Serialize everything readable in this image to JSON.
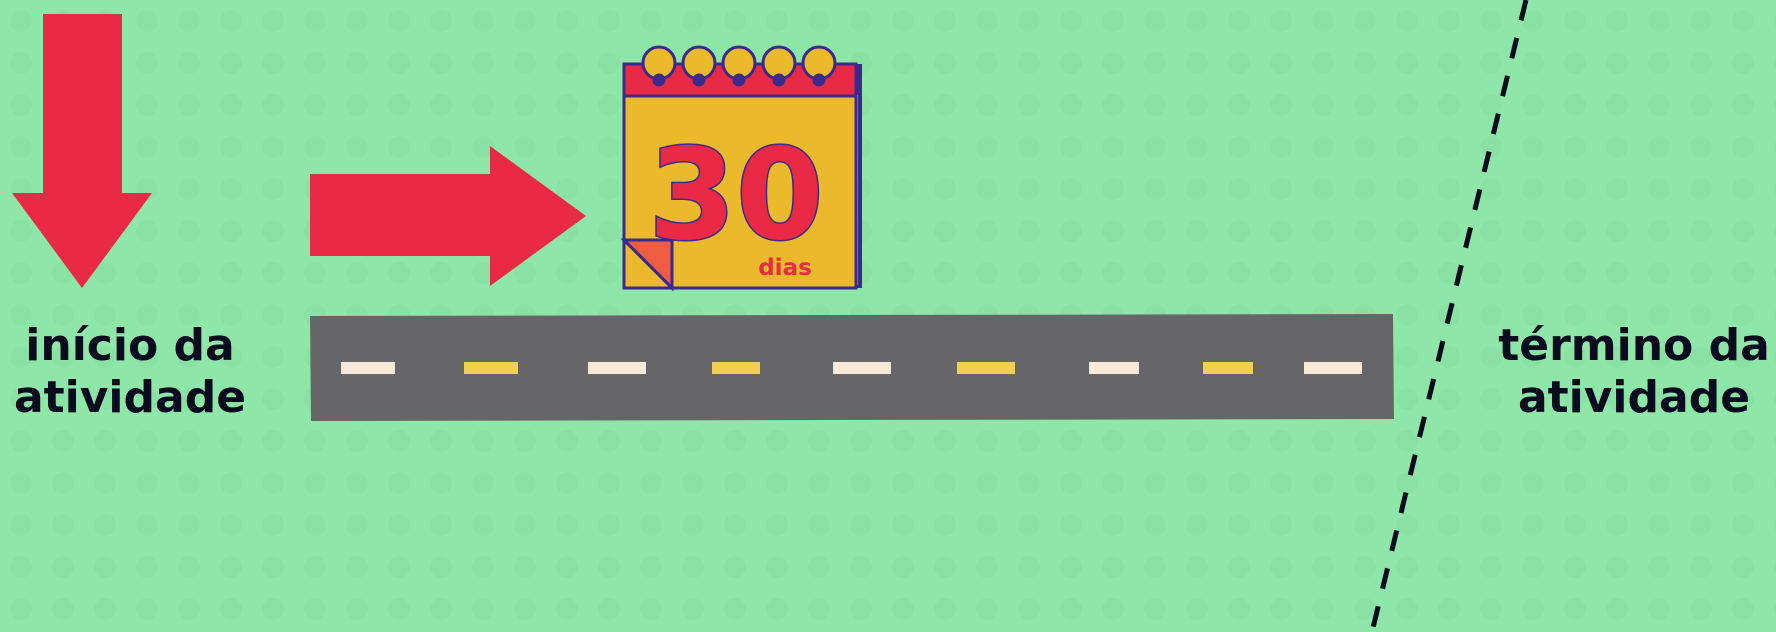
{
  "start_label": {
    "line1": "início da",
    "line2": "atividade"
  },
  "end_label": {
    "line1": "término da",
    "line2": "atividade"
  },
  "calendar": {
    "number": "30",
    "unit": "dias"
  },
  "colors": {
    "background": "#8ee7a8",
    "arrow": "#e92a45",
    "road": "#666668",
    "road_dash_white": "#f8ead9",
    "road_dash_yellow": "#f1d04f",
    "calendar_body": "#eab92c",
    "calendar_top": "#e92a45",
    "calendar_outline": "#3b2a8c",
    "boundary_line": "#0b0b1f",
    "label_text": "#0b0b1f"
  },
  "icons": [
    "down-arrow-icon",
    "right-arrow-icon",
    "calendar-icon",
    "road-icon",
    "dashed-boundary-line"
  ]
}
